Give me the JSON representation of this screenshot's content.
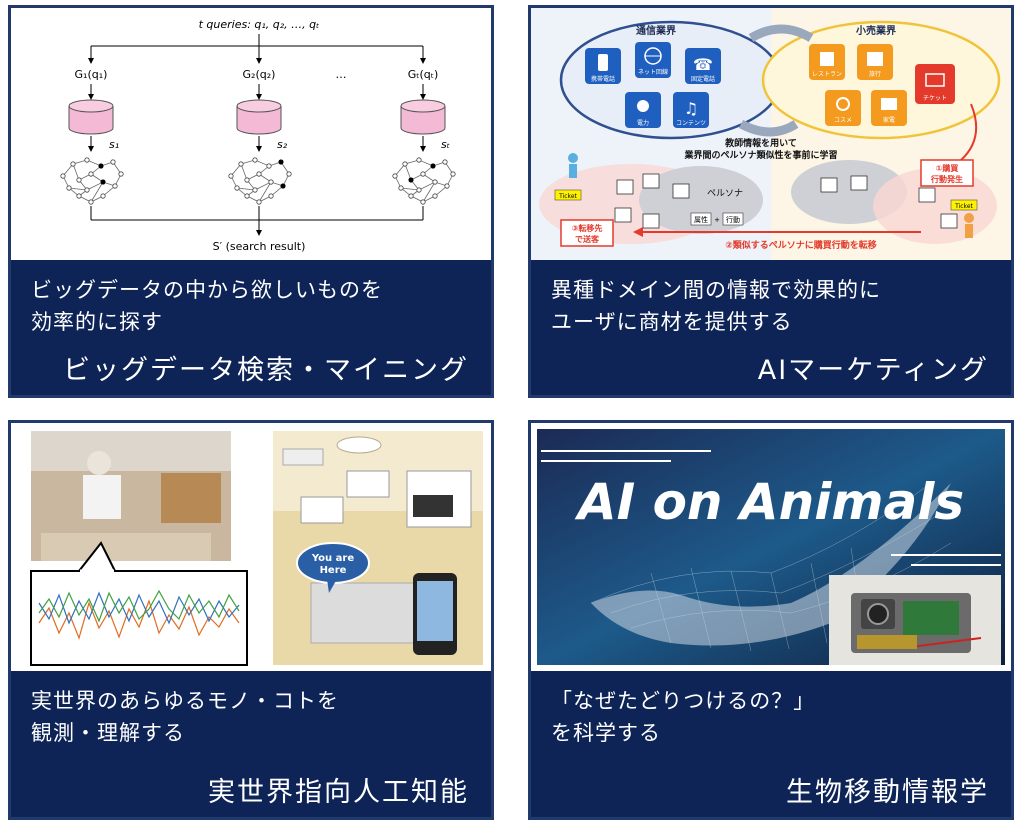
{
  "cards": [
    {
      "description": "ビッグデータの中から欲しいものを\n効率的に探す",
      "title": "ビッグデータ検索・マイニング",
      "figure": {
        "queries": "t queries: q₁, q₂, …, qₜ",
        "g1": "G₁(q₁)",
        "g2": "G₂(q₂)",
        "gt": "Gₜ(qₜ)",
        "dots": "…",
        "s1": "s₁",
        "s2": "s₂",
        "st": "sₜ",
        "result": "S′ (search result)"
      }
    },
    {
      "description": "異種ドメイン間の情報で効果的に\nユーザに商材を提供する",
      "title": "AIマーケティング",
      "figure": {
        "telecom": "通信業界",
        "retail": "小売業界",
        "icons_left": [
          "携帯電話",
          "ネット回線",
          "固定電話",
          "電力",
          "コンテンツ"
        ],
        "icons_right": [
          "レストラン",
          "旅行",
          "コスメ",
          "家電",
          "チケット"
        ],
        "learn": "教師情報を用いて\n業界間のペルソナ類似性を事前に学習",
        "persona": "ペルソナ",
        "attr": "属性",
        "action": "行動",
        "ticket": "Ticket",
        "step1": "①購買\n行動発生",
        "step2": "②類似するペルソナに購買行動を転移",
        "step3": "③転移先\nで送客"
      }
    },
    {
      "description": "実世界のあらゆるモノ・コトを\n観測・理解する",
      "title": "実世界指向人工知能",
      "figure": {
        "bubble": "You are\nHere"
      }
    },
    {
      "description": "「なぜたどりつけるの？」\nを科学する",
      "title": "生物移動情報学",
      "figure": {
        "logo": "AI on Animals"
      }
    }
  ]
}
